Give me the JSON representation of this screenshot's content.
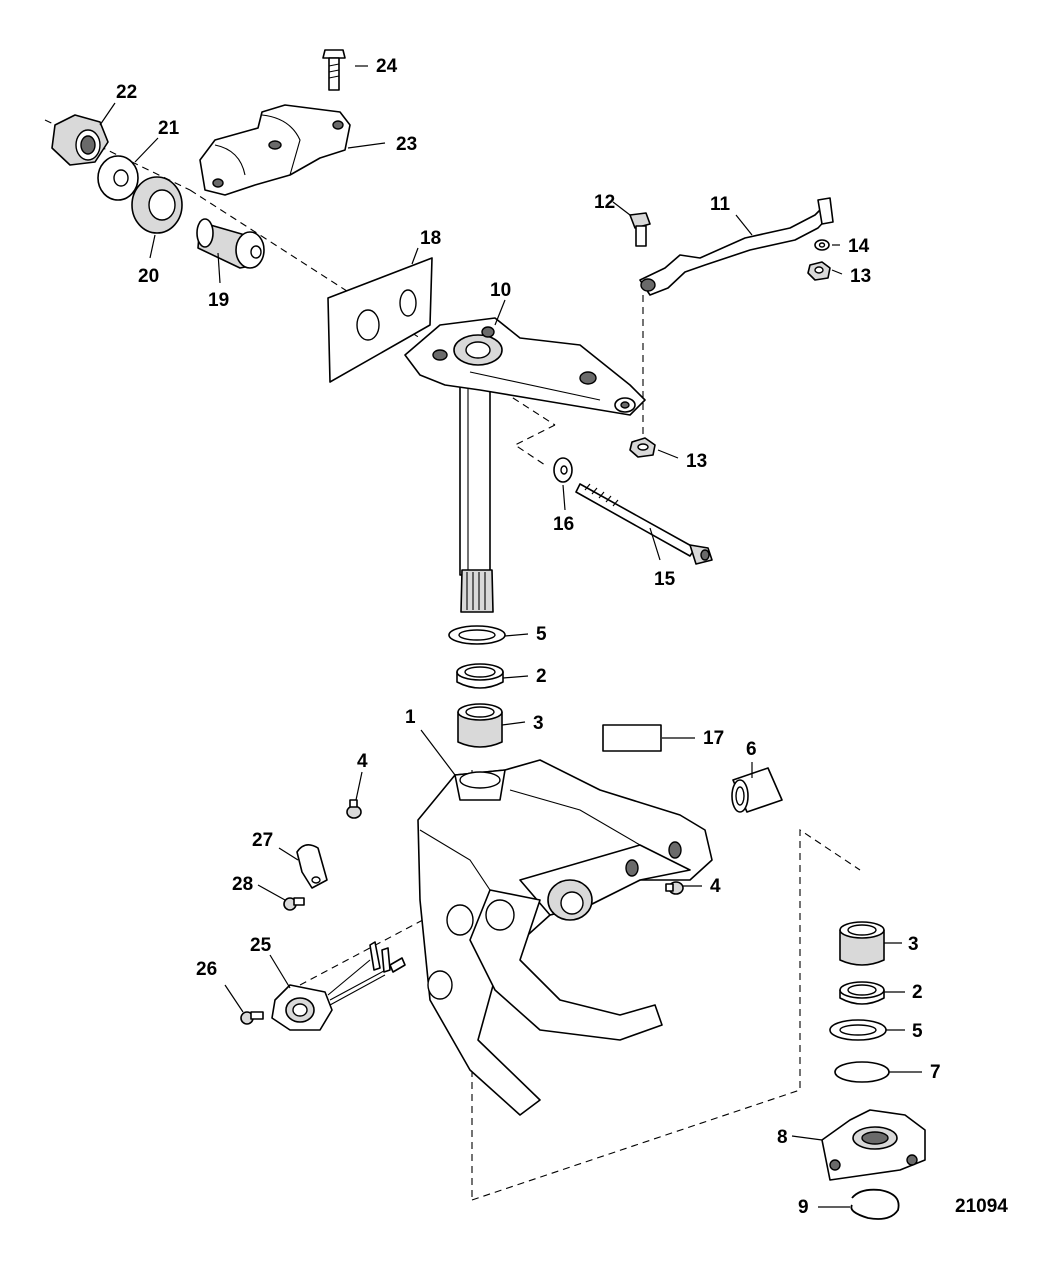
{
  "figure_number": "21094",
  "callouts": {
    "c1": "1",
    "c2a": "2",
    "c2b": "2",
    "c3a": "3",
    "c3b": "3",
    "c4a": "4",
    "c4b": "4",
    "c5a": "5",
    "c5b": "5",
    "c6": "6",
    "c7": "7",
    "c8": "8",
    "c9": "9",
    "c10": "10",
    "c11": "11",
    "c12": "12",
    "c13a": "13",
    "c13b": "13",
    "c14": "14",
    "c15": "15",
    "c16": "16",
    "c17": "17",
    "c18": "18",
    "c19": "19",
    "c20": "20",
    "c21": "21",
    "c22": "22",
    "c23": "23",
    "c24": "24",
    "c25": "25",
    "c26": "26",
    "c27": "27",
    "c28": "28"
  }
}
